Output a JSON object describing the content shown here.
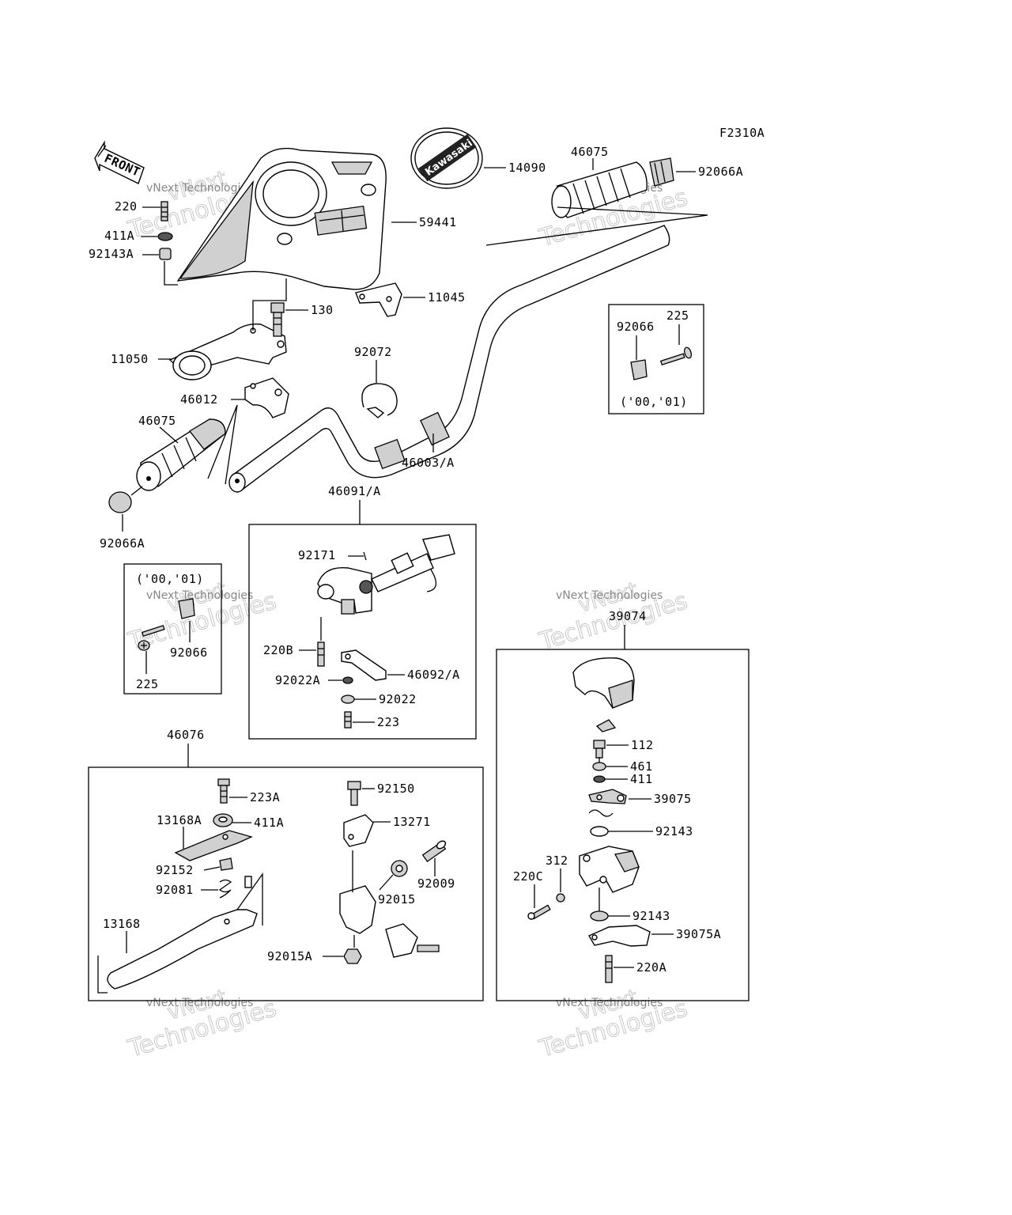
{
  "figure_code": "F2310A",
  "front_arrow_text": "FRONT",
  "badge_text": "Kawasaki",
  "watermark": {
    "line1": "vNext",
    "line2": "Technologies",
    "small": "vNext Technologies"
  },
  "callouts": {
    "c220": "220",
    "c411A_top": "411A",
    "c92143A": "92143A",
    "c59441": "59441",
    "c14090": "14090",
    "c46075_right": "46075",
    "c92066A_right": "92066A",
    "c11045": "11045",
    "c130": "130",
    "c11050": "11050",
    "c92072": "92072",
    "c46012": "46012",
    "c46075_left": "46075",
    "c46003A": "46003/A",
    "c92066A_left": "92066A",
    "c92066_box": "92066",
    "c225_box": "225",
    "c0001_right": "('00,'01)",
    "c0001_left": "('00,'01)",
    "c92066_left": "92066",
    "c225_left": "225",
    "c46091A": "46091/A",
    "c92171": "92171",
    "c220B": "220B",
    "c46092A": "46092/A",
    "c92022A": "92022A",
    "c92022": "92022",
    "c223": "223",
    "c39074": "39074",
    "c112": "112",
    "c461": "461",
    "c411": "411",
    "c39075": "39075",
    "c92143_a": "92143",
    "c312": "312",
    "c220C": "220C",
    "c92143_b": "92143",
    "c39075A": "39075A",
    "c220A": "220A",
    "c46076": "46076",
    "c223A": "223A",
    "c92150": "92150",
    "c13168A": "13168A",
    "c411A_box": "411A",
    "c13271": "13271",
    "c92152": "92152",
    "c92009": "92009",
    "c92081": "92081",
    "c92015": "92015",
    "c13168": "13168",
    "c92015A": "92015A"
  }
}
